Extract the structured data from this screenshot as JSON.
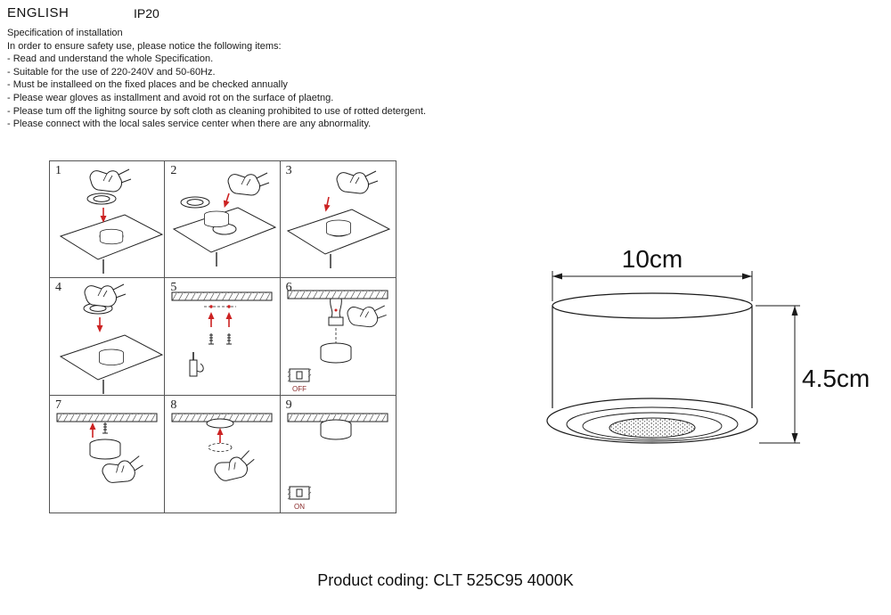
{
  "header": {
    "language_label": "ENGLISH",
    "ip_rating": "IP20"
  },
  "spec": {
    "lines": [
      "Specification of installation",
      "In order to ensure safety use, please notice the following items:",
      "- Read and understand the whole Specification.",
      "- Suitable for the use of 220-240V and 50-60Hz.",
      "- Must be installeed on the fixed places and be checked annually",
      "- Please wear gloves as installment and avoid rot on the surface of plaetng.",
      "- Please tum off the lighitng source by soft cloth as cleaning prohibited to use of rotted detergent.",
      "- Please connect with the local sales service center when there are any abnormality."
    ]
  },
  "steps": [
    {
      "number": "1"
    },
    {
      "number": "2"
    },
    {
      "number": "3"
    },
    {
      "number": "4"
    },
    {
      "number": "5"
    },
    {
      "number": "6",
      "switch_label": "OFF"
    },
    {
      "number": "7"
    },
    {
      "number": "8"
    },
    {
      "number": "9",
      "switch_label": "ON"
    }
  ],
  "product_drawing": {
    "width_label": "10cm",
    "height_label": "4.5cm"
  },
  "footer": {
    "product_coding": "Product coding: CLT 525C95 4000K"
  },
  "colors": {
    "accent_red": "#cc2222",
    "line_color": "#1a1a1a"
  }
}
